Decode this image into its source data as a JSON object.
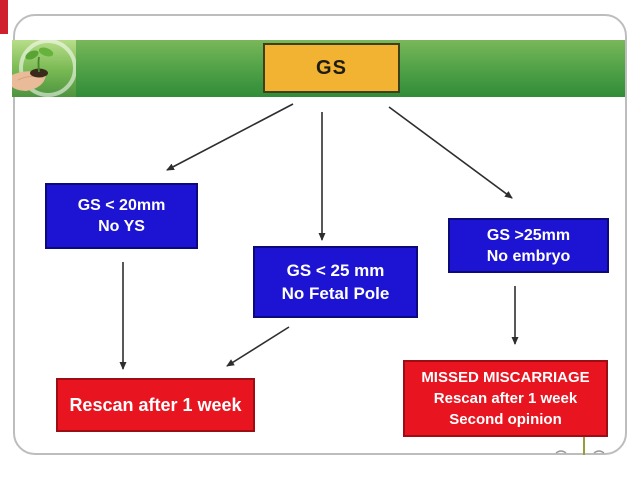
{
  "slide": {
    "logo_icon": "hand-holding-seedling-icon",
    "colors": {
      "header_green_top": "#79b75a",
      "header_green_bottom": "#308c39",
      "root_node_yellow": "#f2b232",
      "branch_node_blue": "#1c14d2",
      "outcome_node_red": "#e8141f",
      "accent_red_strip": "#d01f2e",
      "frame_border_gray": "#bdbdbd",
      "arrow_black": "#2e2e2e"
    }
  },
  "flowchart": {
    "root": {
      "label": "GS"
    },
    "branches": [
      {
        "line1": "GS < 20mm",
        "line2": "No YS"
      },
      {
        "line1": "GS < 25 mm",
        "line2": "No Fetal Pole"
      },
      {
        "line1": "GS >25mm",
        "line2": "No embryo"
      }
    ],
    "outcomes": [
      {
        "line1": "Rescan after 1 week"
      },
      {
        "line1": "MISSED MISCARRIAGE",
        "line2": "Rescan after 1 week",
        "line3": "Second opinion"
      }
    ]
  }
}
